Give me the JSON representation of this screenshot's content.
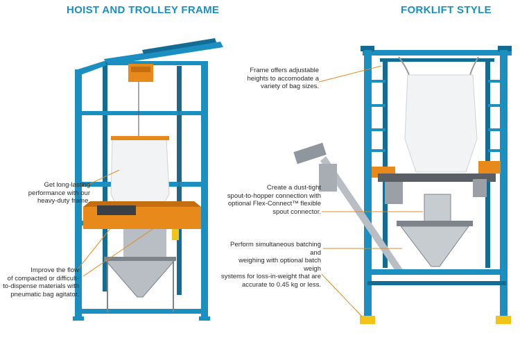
{
  "colors": {
    "title": "#1a8fc4",
    "frame": "#1b8fbf",
    "frame_dark": "#136c93",
    "accent": "#e8891c",
    "leader": "#e08a1e",
    "steel": "#b9bec4",
    "steel_dark": "#7d848b",
    "bag": "#f2f3f4",
    "foot": "#f2c418"
  },
  "titles": {
    "left": "HOIST AND TROLLEY FRAME",
    "right": "FORKLIFT STYLE"
  },
  "callouts": {
    "frame_durable": "Get long-lasting\nperformance with our\nheavy-duty frame.",
    "flow": "Improve the flow\nof compacted or difficult-\nto-dispense materials with\npneumatic bag agitator.",
    "adjustable": "Frame offers adjustable\nheights to accomodate a\nvariety of bag sizes.",
    "dust_tight": "Create a dust-tight\nspout-to-hopper connection with\noptional Flex-Connect™ flexible\nspout connector.",
    "batching": "Perform simultaneous batching and\nweighing with optional batch weigh\nsystems for loss-in-weight that are\naccurate to 0.45 kg or less."
  }
}
